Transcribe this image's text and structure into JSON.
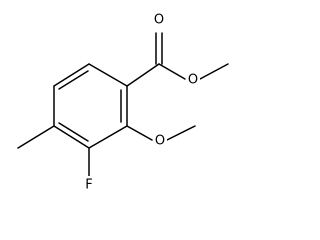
{
  "diagram": {
    "type": "skeletal-structure",
    "atoms": [
      {
        "id": "O_carbonyl",
        "label": "O"
      },
      {
        "id": "O_ester",
        "label": "O"
      },
      {
        "id": "O_methoxy",
        "label": "O"
      },
      {
        "id": "F",
        "label": "F"
      }
    ],
    "colors": {
      "bond": "#000000",
      "text": "#000000",
      "background": "#ffffff"
    }
  }
}
